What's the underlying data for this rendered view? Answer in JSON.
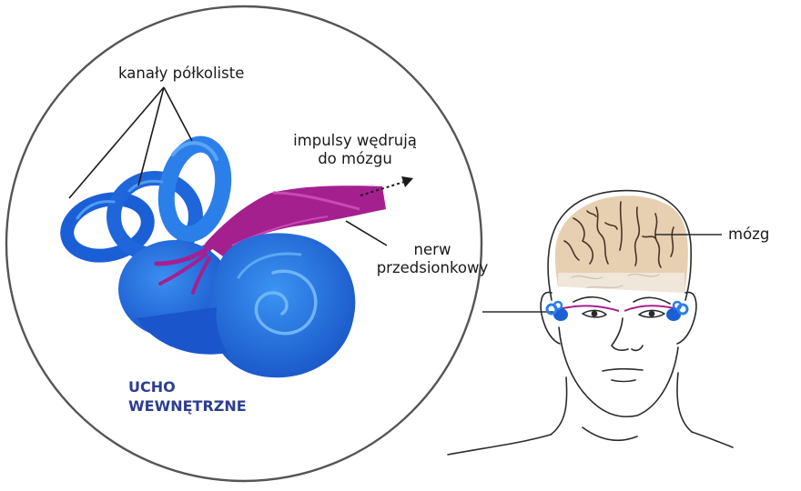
{
  "labels": {
    "canals": "kanały półkoliste",
    "impulses_line1": "impulsy wędrują",
    "impulses_line2": "do mózgu",
    "nerve_line1": "nerw",
    "nerve_line2": "przedsionkowy",
    "title_line1": "UCHO",
    "title_line2": "WEWNĘTRZNE",
    "brain": "mózg"
  },
  "colors": {
    "inner_ear_blue": "#1b5fd6",
    "inner_ear_light": "#2f86ee",
    "nerve_magenta": "#a5208f",
    "brain_beige": "#e7cfb1",
    "title_blue": "#2c3e8f",
    "outline": "#2b2b2b"
  },
  "icons": [
    "arrow-right-icon"
  ]
}
